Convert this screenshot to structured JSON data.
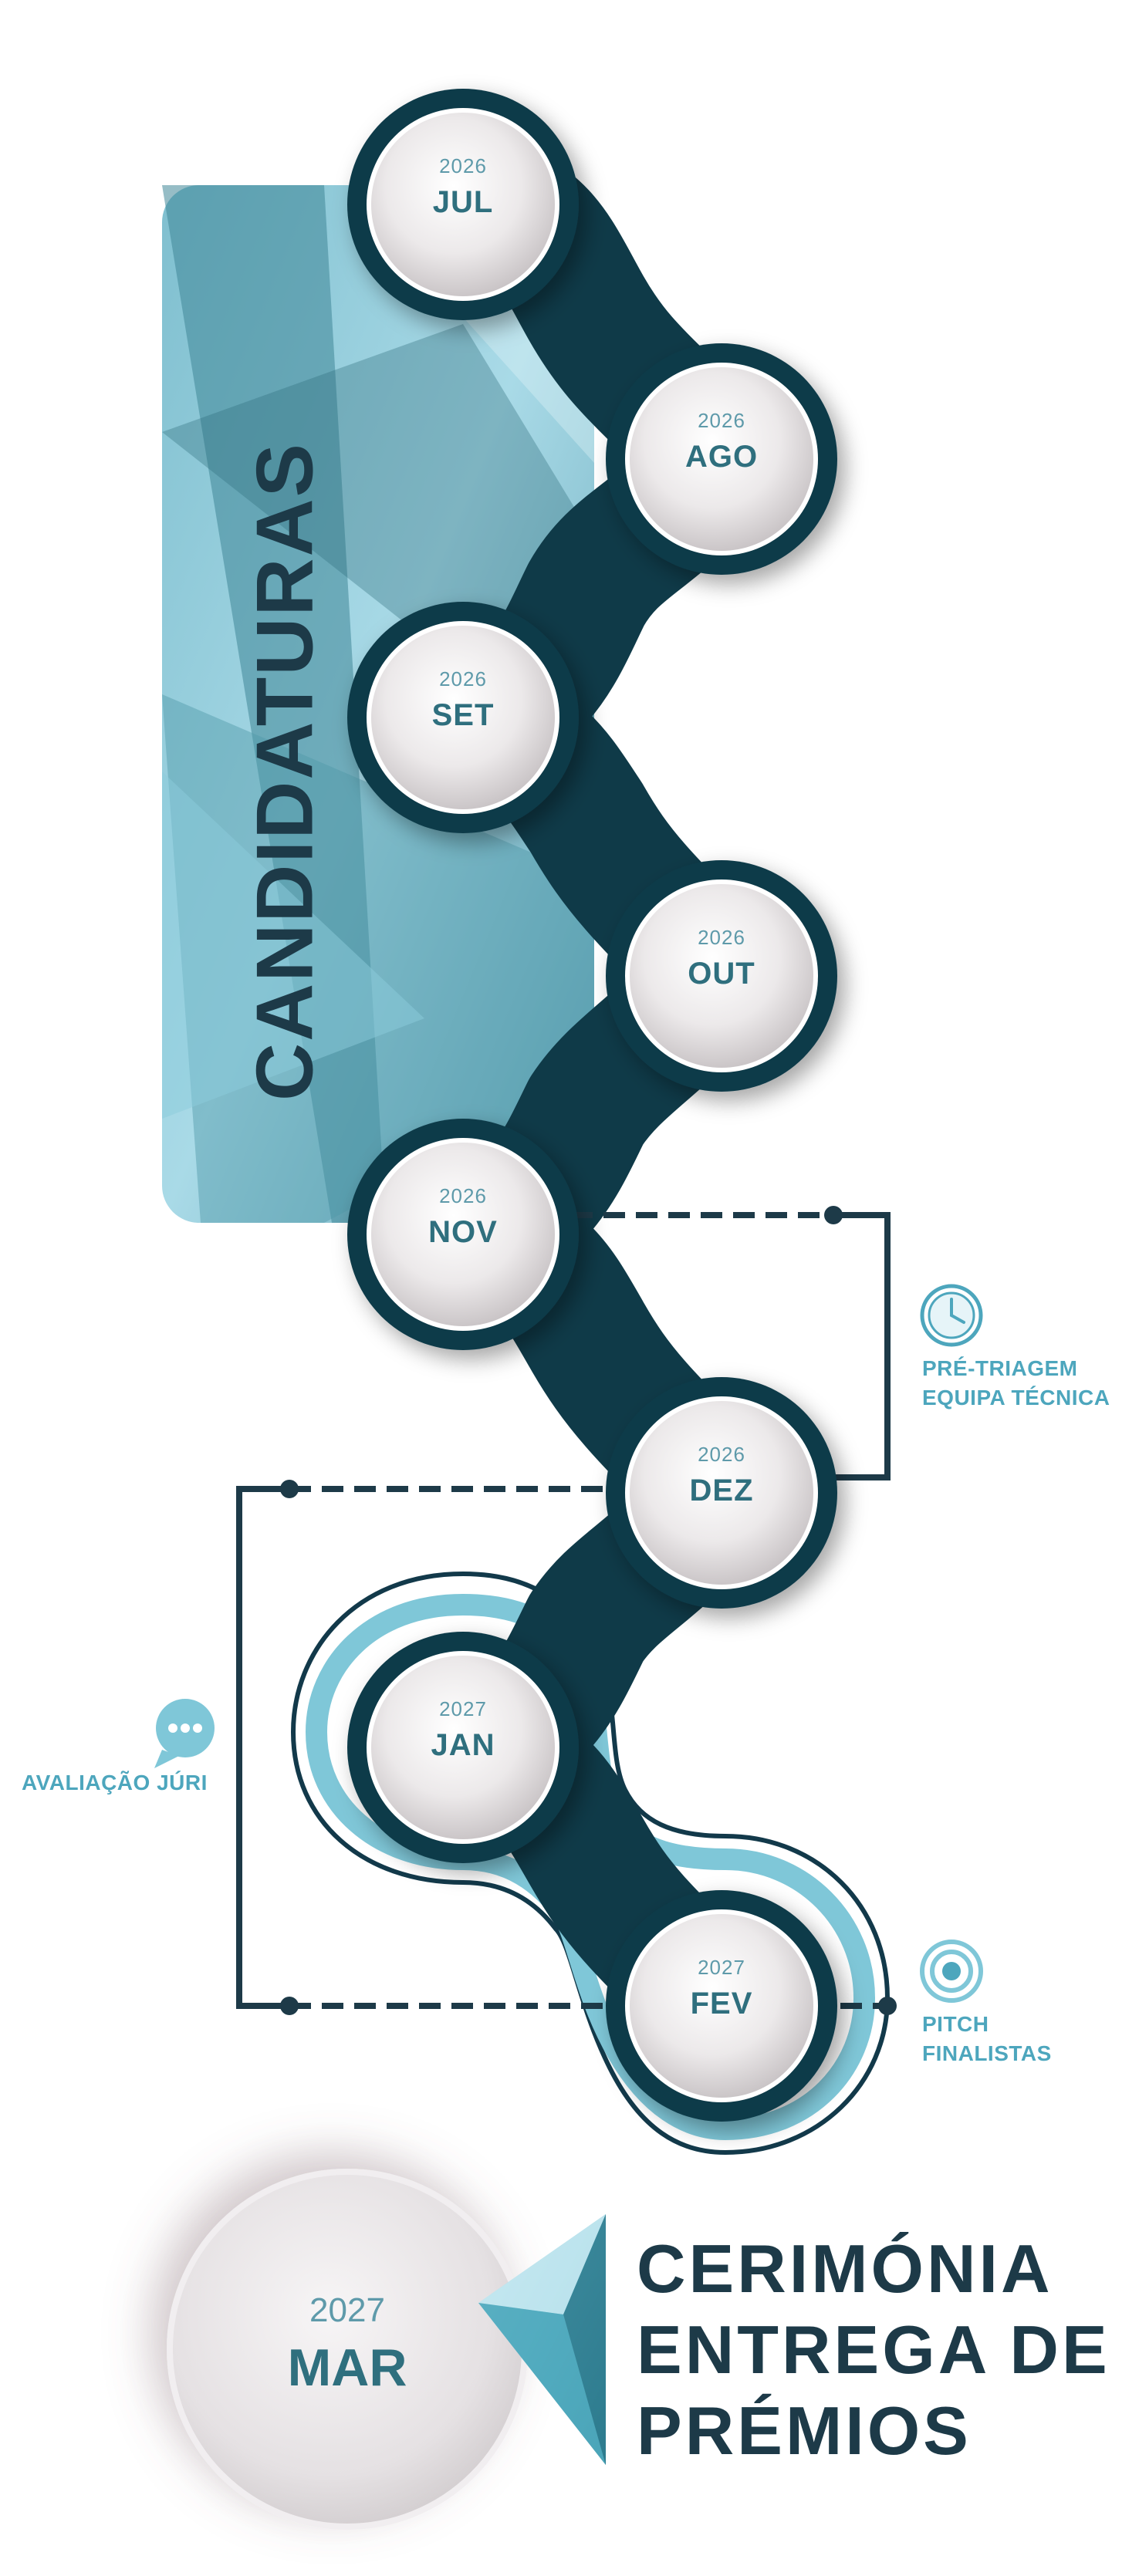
{
  "phase_label": "CANDIDATURAS",
  "nodes": [
    {
      "year": "2026",
      "month": "JUL"
    },
    {
      "year": "2026",
      "month": "AGO"
    },
    {
      "year": "2026",
      "month": "SET"
    },
    {
      "year": "2026",
      "month": "OUT"
    },
    {
      "year": "2026",
      "month": "NOV"
    },
    {
      "year": "2026",
      "month": "DEZ"
    },
    {
      "year": "2027",
      "month": "JAN"
    },
    {
      "year": "2027",
      "month": "FEV"
    }
  ],
  "annotations": {
    "pretriagem": {
      "line1": "PRÉ-TRIAGEM",
      "line2": "EQUIPA TÉCNICA",
      "icon": "clock-icon"
    },
    "avaliacao": {
      "line1": "AVALIAÇÃO JÚRI",
      "icon": "chat-bubble-icon"
    },
    "pitch": {
      "line1": "PITCH",
      "line2": "FINALISTAS",
      "icon": "target-icon"
    }
  },
  "final_event": {
    "year": "2027",
    "month": "MAR",
    "title_lines": [
      "CERIMÓNIA",
      "ENTREGA DE",
      "PRÉMIOS"
    ],
    "icon": "diamond-icon"
  },
  "colors": {
    "dark_teal": "#0f3a48",
    "mid_teal": "#2f6f7e",
    "light_teal": "#a8d8e6",
    "accent": "#4da6bd",
    "text_dark": "#1d3a48"
  }
}
